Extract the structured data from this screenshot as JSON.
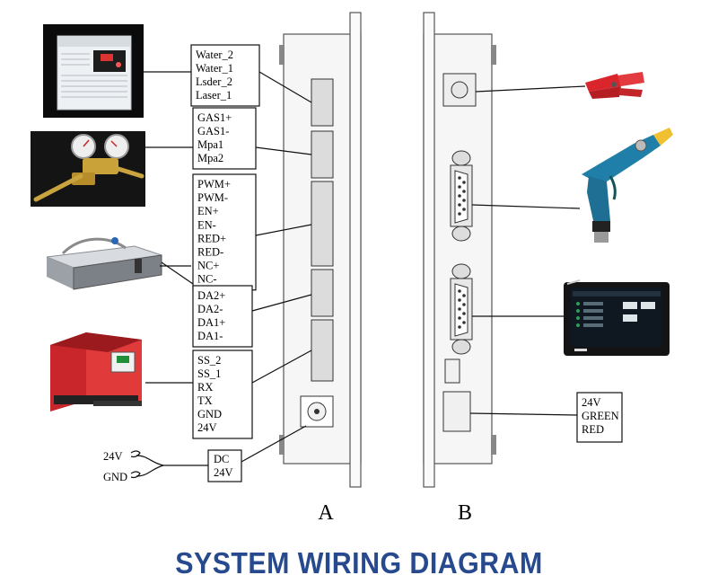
{
  "title": "SYSTEM WIRING DIAGRAM",
  "panel_a_label": "A",
  "panel_b_label": "B",
  "groups": [
    {
      "name": "water-laser-group",
      "lines": [
        "Water_2",
        "Water_1",
        "Lsder_2",
        "Laser_1"
      ]
    },
    {
      "name": "gas-group",
      "lines": [
        "GAS1+",
        "GAS1-",
        "Mpa1",
        "Mpa2"
      ]
    },
    {
      "name": "pwm-group",
      "lines": [
        "PWM+",
        "PWM-",
        "EN+",
        "EN-",
        "RED+",
        "RED-",
        "NC+",
        "NC-"
      ]
    },
    {
      "name": "da-group",
      "lines": [
        "DA2+",
        "DA2-",
        "DA1+",
        "DA1-"
      ]
    },
    {
      "name": "ss-group",
      "lines": [
        "SS_2",
        "SS_1",
        "RX",
        "TX",
        "GND",
        "24V"
      ]
    }
  ],
  "dc_box": [
    "DC",
    "24V"
  ],
  "power_inputs": [
    "24V",
    "GND"
  ],
  "status_box": [
    "24V",
    "GREEN",
    "RED"
  ],
  "device_names": {
    "chiller": "water-chiller",
    "regulator": "gas-pressure-regulator",
    "laser_source": "fiber-laser-source",
    "wire_feeder": "wire-feeder",
    "clamp": "ground-clamp",
    "torch": "welding-torch",
    "hmi": "touch-screen-controller"
  },
  "colors": {
    "title": "#274a8f",
    "clamp": "#d9252b",
    "torch": "#1f7fa8",
    "feeder": "#c8262b"
  }
}
